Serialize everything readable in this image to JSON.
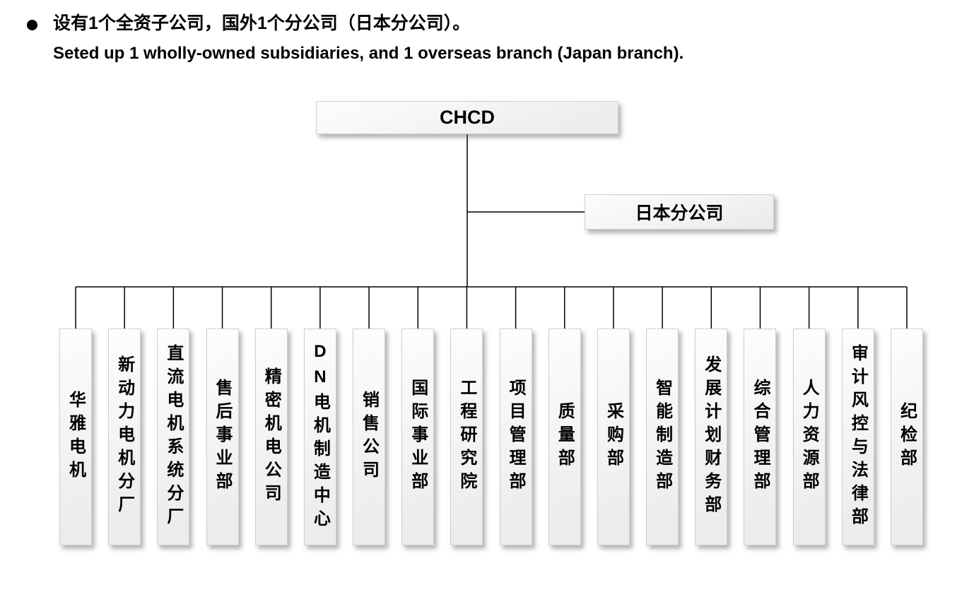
{
  "bullet": {
    "zh": "设有1个全资子公司，国外1个分公司（日本分公司）。",
    "en": "Seted up 1 wholly-owned subsidiaries, and 1 overseas branch (Japan branch)."
  },
  "icons": {
    "bullet": "filled-circle"
  },
  "chart": {
    "type": "org-chart",
    "root": "CHCD",
    "branch": "日本分公司",
    "departments": [
      "华雅电机",
      "新动力电机分厂",
      "直流电机系统分厂",
      "售后事业部",
      "精密机电公司",
      "DN电机制造中心",
      "销售公司",
      "国际事业部",
      "工程研究院",
      "项目管理部",
      "质量部",
      "采购部",
      "智能制造部",
      "发展计划财务部",
      "综合管理部",
      "人力资源部",
      "审计风控与法律部",
      "纪检部"
    ]
  },
  "colors": {
    "line": "#000000",
    "box_border": "#cfcfcf",
    "box_bg": "#ececec",
    "text": "#000000",
    "background": "#ffffff"
  }
}
